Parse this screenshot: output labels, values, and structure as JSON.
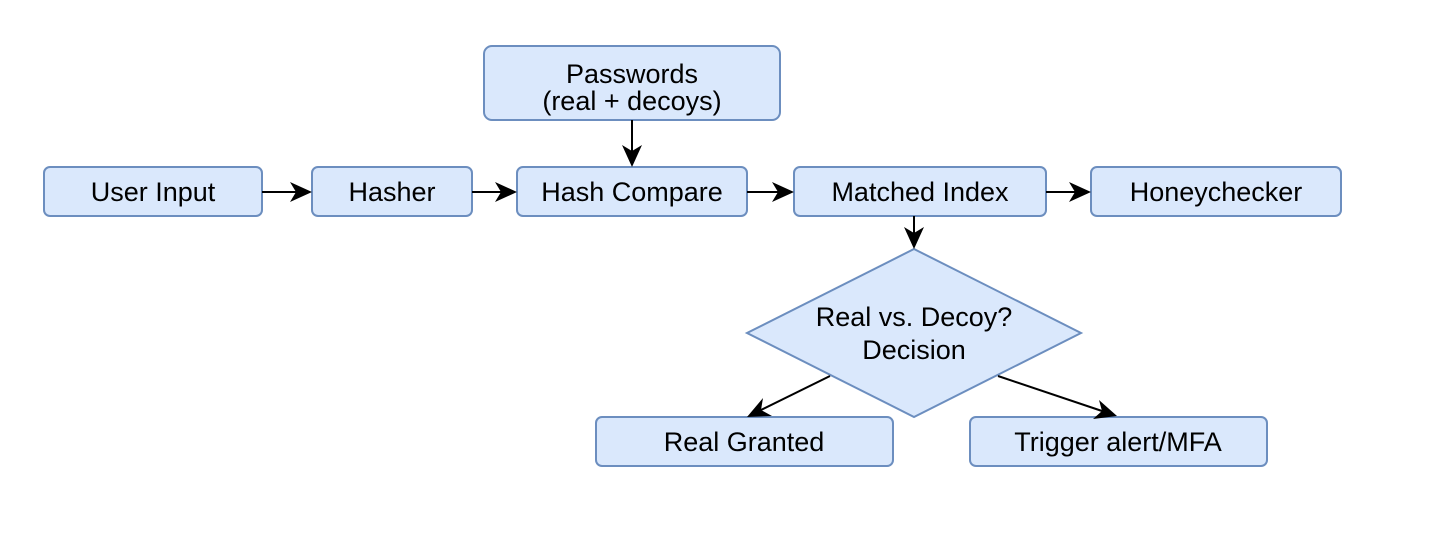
{
  "nodes": {
    "passwords": {
      "line1": "Passwords",
      "line2": "(real + decoys)"
    },
    "user_input": {
      "label": "User Input"
    },
    "hasher": {
      "label": "Hasher"
    },
    "hash_compare": {
      "label": "Hash Compare"
    },
    "matched_index": {
      "label": "Matched Index"
    },
    "honeychecker": {
      "label": "Honeychecker"
    },
    "decision": {
      "line1": "Real vs. Decoy?",
      "line2": "Decision"
    },
    "real_granted": {
      "label": "Real Granted"
    },
    "trigger_alert": {
      "label": "Trigger alert/MFA"
    }
  },
  "colors": {
    "node_fill": "#dae8fc",
    "node_stroke": "#6c8ebf",
    "edge": "#000000"
  }
}
